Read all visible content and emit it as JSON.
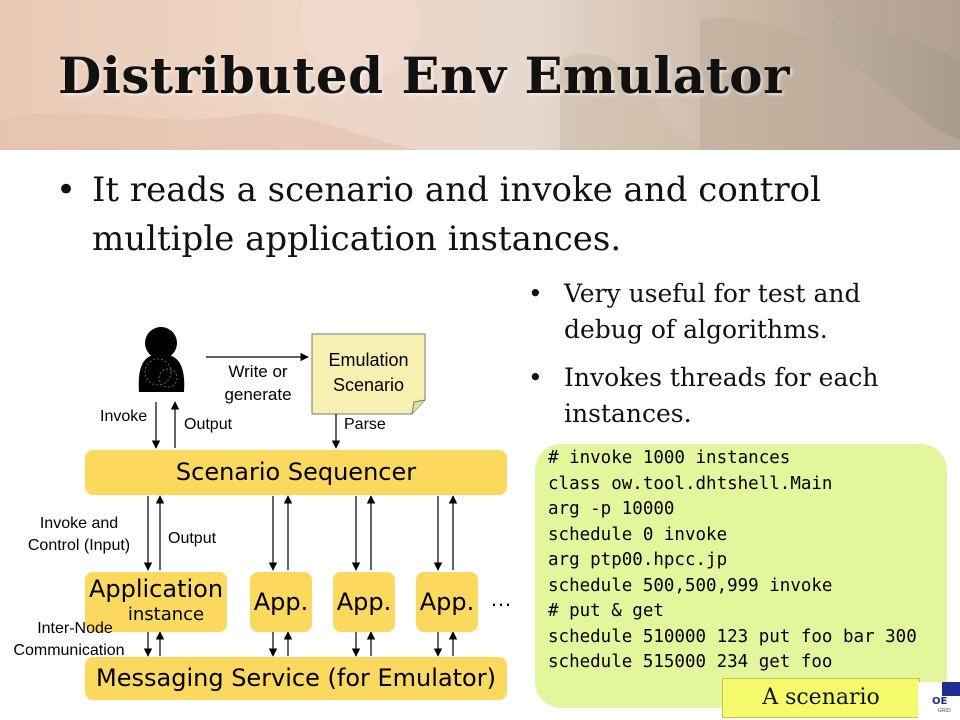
{
  "title": "Distributed Env Emulator",
  "main_bullet": "It reads a scenario and invoke and control multiple application instances.",
  "side_bullets": [
    "Very useful for test and debug of algorithms.",
    "Invokes threads for each instances."
  ],
  "diagram": {
    "write_or_generate": [
      "Write or",
      "generate"
    ],
    "emulation_scenario": [
      "Emulation",
      "Scenario"
    ],
    "invoke": "Invoke",
    "output_top": "Output",
    "parse": "Parse",
    "scenario_sequencer": "Scenario Sequencer",
    "invoke_control": [
      "Invoke and",
      "Control (Input)"
    ],
    "output_mid": "Output",
    "application": "Application",
    "instance": "instance",
    "app_labels": [
      "App.",
      "App.",
      "App."
    ],
    "ellipsis": "…",
    "inter_node": [
      "Inter-Node",
      "Communication"
    ],
    "messaging_service": "Messaging Service (for Emulator)"
  },
  "code_lines": [
    "# invoke 1000 instances",
    "class ow.tool.dhtshell.Main",
    "arg -p 10000",
    "schedule 0 invoke",
    "arg ptp00.hpcc.jp",
    "schedule 500,500,999 invoke",
    "# put & get",
    "schedule 510000 123 put foo bar 300",
    "schedule 515000 234 get foo"
  ],
  "scenario_caption": "A scenario",
  "logo_text": "OE",
  "logo_subtext": "GRID",
  "colors": {
    "box": "#fbd85e",
    "code_bg": "#e3f69b",
    "tag_bg": "#f5fb6a",
    "note": "#f7f0b0"
  },
  "icons": {
    "user": "person-icon",
    "bullet": "bullet-dot"
  }
}
